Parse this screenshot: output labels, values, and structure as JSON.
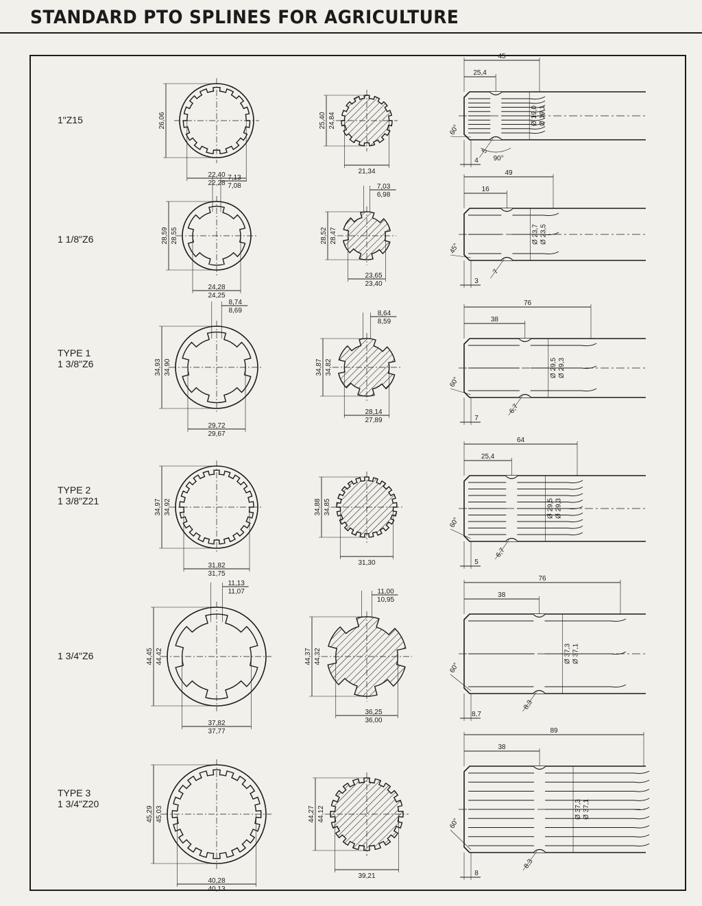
{
  "title": "STANDARD PTO SPLINES FOR AGRICULTURE",
  "rows": [
    {
      "type": "",
      "size": "1\"Z15",
      "teeth": 15,
      "bore": {
        "od": "26,06",
        "d1": "22,40",
        "d2": "22,28"
      },
      "shaft": {
        "od1": "25,40",
        "od2": "24,84",
        "w": "21,34"
      },
      "side": {
        "total": "45",
        "part": "25,4",
        "dia1": "Ø 19,0",
        "dia2": "Ø 19,1",
        "angle": "60°",
        "start": "4",
        "notch": "5",
        "notch_angle": "90°"
      }
    },
    {
      "type": "",
      "size": "1 1/8\"Z6",
      "teeth": 6,
      "bore": {
        "od1": "28,59",
        "od2": "28,55",
        "d1": "24,28",
        "d2": "24,25",
        "k1": "7,13",
        "k2": "7,08"
      },
      "shaft": {
        "od1": "28,52",
        "od2": "28,47",
        "w1": "23,65",
        "w2": "23,40",
        "k1": "7,03",
        "k2": "6,98"
      },
      "side": {
        "total": "49",
        "part": "16",
        "dia1": "Ø 23,7",
        "dia2": "Ø 23,5",
        "angle": "45°",
        "start": "3",
        "notch": "7"
      }
    },
    {
      "type": "TYPE 1",
      "size": "1 3/8\"Z6",
      "teeth": 6,
      "bore": {
        "od1": "34,93",
        "od2": "34,90",
        "d1": "29,72",
        "d2": "29,67",
        "k1": "8,74",
        "k2": "8,69"
      },
      "shaft": {
        "od1": "34,87",
        "od2": "34,82",
        "w1": "28,14",
        "w2": "27,89",
        "k1": "8,64",
        "k2": "8,59"
      },
      "side": {
        "total": "76",
        "part": "38",
        "dia1": "Ø 29,5",
        "dia2": "Ø 29,3",
        "angle": "60°",
        "start": "7",
        "notch": "6,7"
      }
    },
    {
      "type": "TYPE 2",
      "size": "1 3/8\"Z21",
      "teeth": 21,
      "bore": {
        "od1": "34,97",
        "od2": "34,92",
        "d1": "31,82",
        "d2": "31,75"
      },
      "shaft": {
        "od1": "34,88",
        "od2": "34,85",
        "w": "31,30"
      },
      "side": {
        "total": "64",
        "part": "25,4",
        "dia1": "Ø 29,5",
        "dia2": "Ø 29,3",
        "angle": "60°",
        "start": "5",
        "notch": "6,7"
      }
    },
    {
      "type": "",
      "size": "1 3/4\"Z6",
      "teeth": 6,
      "bore": {
        "od1": "44,45",
        "od2": "44,42",
        "d1": "37,82",
        "d2": "37,77",
        "k1": "11,13",
        "k2": "11,07"
      },
      "shaft": {
        "od1": "44,37",
        "od2": "44,32",
        "w1": "36,25",
        "w2": "36,00",
        "k1": "11,00",
        "k2": "10,95"
      },
      "side": {
        "total": "76",
        "part": "38",
        "dia1": "Ø 37,3",
        "dia2": "Ø 37,1",
        "angle": "60°",
        "start": "8,7",
        "notch": "8,3"
      }
    },
    {
      "type": "TYPE 3",
      "size": "1 3/4\"Z20",
      "teeth": 20,
      "bore": {
        "od1": "45,29",
        "od2": "45,03",
        "d1": "40,28",
        "d2": "40,13"
      },
      "shaft": {
        "od1": "44,27",
        "od2": "44,12",
        "w": "39,21"
      },
      "side": {
        "total": "89",
        "part": "38",
        "dia1": "Ø 37,3",
        "dia2": "Ø 37,1",
        "angle": "60°",
        "start": "8",
        "notch": "8,3"
      }
    }
  ]
}
